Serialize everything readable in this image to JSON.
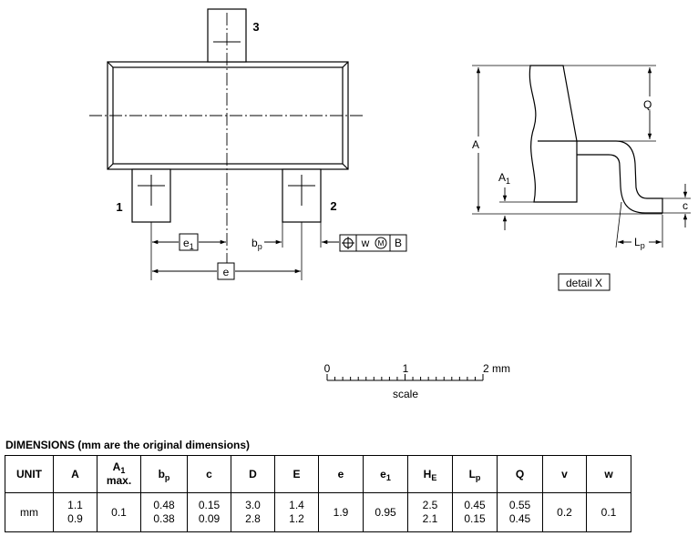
{
  "drawing": {
    "pin_labels": [
      "1",
      "2",
      "3"
    ],
    "dim_labels": {
      "e1_main": "e",
      "e1_sub": "1",
      "bp_main": "b",
      "bp_sub": "p",
      "e": "e",
      "A": "A",
      "A1_main": "A",
      "A1_sub": "1",
      "Q": "Q",
      "c": "c",
      "Lp_main": "L",
      "Lp_sub": "p"
    },
    "tolerance_frame": {
      "w": "w",
      "m": "M",
      "ref": "B"
    },
    "detail_label": "detail X",
    "scale": {
      "ticks": [
        "0",
        "1",
        "2 mm"
      ],
      "caption": "scale"
    }
  },
  "dimensions": {
    "title": "DIMENSIONS (mm are the original dimensions)",
    "headers": {
      "unit": "UNIT",
      "A": "A",
      "A1_main": "A",
      "A1_sub": "1",
      "A1_note": "max.",
      "bp_main": "b",
      "bp_sub": "p",
      "c": "c",
      "D": "D",
      "E": "E",
      "e": "e",
      "e1_main": "e",
      "e1_sub": "1",
      "HE_main": "H",
      "HE_sub": "E",
      "Lp_main": "L",
      "Lp_sub": "p",
      "Q": "Q",
      "v": "v",
      "w": "w"
    },
    "row": {
      "unit": "mm",
      "A_max": "1.1",
      "A_min": "0.9",
      "A1": "0.1",
      "bp_max": "0.48",
      "bp_min": "0.38",
      "c_max": "0.15",
      "c_min": "0.09",
      "D_max": "3.0",
      "D_min": "2.8",
      "E_max": "1.4",
      "E_min": "1.2",
      "e": "1.9",
      "e1": "0.95",
      "HE_max": "2.5",
      "HE_min": "2.1",
      "Lp_max": "0.45",
      "Lp_min": "0.15",
      "Q_max": "0.55",
      "Q_min": "0.45",
      "v": "0.2",
      "w": "0.1"
    }
  }
}
